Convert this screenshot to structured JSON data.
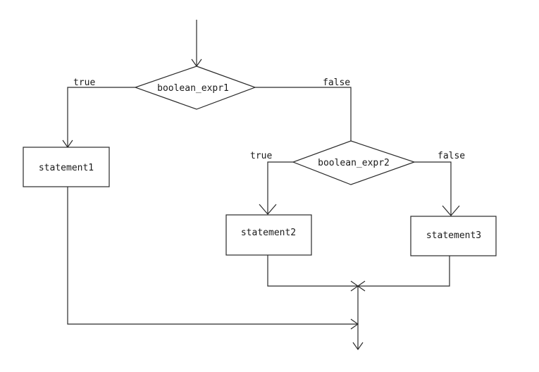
{
  "diagram": {
    "nodes": {
      "decision1": {
        "shape": "diamond",
        "label": "boolean_expr1"
      },
      "decision2": {
        "shape": "diamond",
        "label": "boolean_expr2"
      },
      "statement1": {
        "shape": "rect",
        "label": "statement1"
      },
      "statement2": {
        "shape": "rect",
        "label": "statement2"
      },
      "statement3": {
        "shape": "rect",
        "label": "statement3"
      }
    },
    "edges": {
      "d1_true": {
        "from": "decision1",
        "to": "statement1",
        "label": "true"
      },
      "d1_false": {
        "from": "decision1",
        "to": "decision2",
        "label": "false"
      },
      "d2_true": {
        "from": "decision2",
        "to": "statement2",
        "label": "true"
      },
      "d2_false": {
        "from": "decision2",
        "to": "statement3",
        "label": "false"
      }
    },
    "colors": {
      "stroke": "#2a2a2a",
      "background": "#ffffff",
      "text": "#1a1a1a"
    }
  }
}
